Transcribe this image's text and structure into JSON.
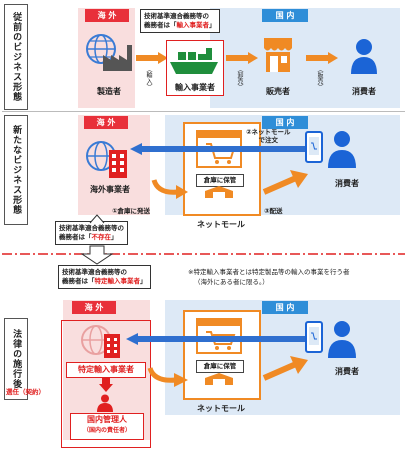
{
  "rows": {
    "before": "従前のビジネス形態",
    "new": "新たなビジネス形態",
    "after": "法律の施行後"
  },
  "regions": {
    "overseas": "海 外",
    "domestic": "国 内"
  },
  "row1": {
    "callout_line1": "技術基準適合義務等の",
    "callout_line2_prefix": "義務者は「",
    "callout_highlight": "輸入事業者",
    "callout_line2_suffix": "」",
    "manufacturer": "製造者",
    "importer": "輸入事業者",
    "seller": "販売者",
    "consumer": "消費者",
    "flow_import": "（輸入）",
    "flow_wholesale": "（卸売）",
    "flow_sale": "（販売）"
  },
  "row2": {
    "overseas_business": "海外事業者",
    "net_mall": "ネットモール",
    "warehouse": "倉庫に保管",
    "consumer": "消費者",
    "step1": "①倉庫に発送",
    "step2_line1": "②ネットモール",
    "step2_line2": "で注文",
    "step3": "③配送",
    "callout_line1": "技術基準適合義務等の",
    "callout_line2_prefix": "義務者は「",
    "callout_highlight": "不存在",
    "callout_line2_suffix": "」"
  },
  "row3": {
    "callout_line1": "技術基準適合義務等の",
    "callout_line2_prefix": "義務者は「",
    "callout_highlight": "特定輸入事業者",
    "callout_line2_suffix": "」",
    "note_line1": "※特定輸入事業者とは特定製品等の輸入の事業を行う者",
    "note_line2": "（海外にある者に限る。）",
    "specified_importer": "特定輸入事業者",
    "appointment": "選任（契約）",
    "domestic_manager": "国内管理人",
    "domestic_manager_sub": "（国内の責任者）",
    "warehouse": "倉庫に保管",
    "net_mall": "ネットモール",
    "consumer": "消費者"
  },
  "colors": {
    "overseas_bg": "#f9dede",
    "overseas_tag": "#e8303a",
    "domestic_bg": "#dde9f6",
    "domestic_tag": "#2f8ed8",
    "orange": "#f08a24",
    "blue_arrow": "#2f6fcf",
    "red": "#e02020"
  }
}
